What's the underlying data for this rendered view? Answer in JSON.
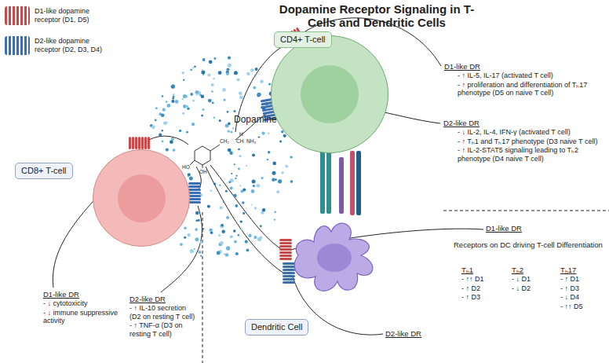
{
  "diagram": {
    "title": "Dopamine Receptor Signaling in T-Cells and Dendritic Cells",
    "nodes": [
      {
        "text": [
          "CD4+ T-cell"
        ]
      },
      {
        "text": [
          "CD8+ T-cell"
        ]
      },
      {
        "text": [
          "Dendritic Cell"
        ]
      }
    ],
    "labels": [
      "Dopamine",
      "H",
      "CH₂",
      "CH",
      "NH₃",
      "+",
      "HO",
      "OH",
      "D1-like DR",
      "- ↑ IL-5, IL-17 (activated T cell)",
      "- ↑ proliferation and differentiation of Tₕ17 phenotype (D5 on naive T cell)",
      "D2-like DR",
      "- ↓ IL-2, IL-4, IFN-γ (activated T cell)",
      "- ↑ Tₕ1 and Tₕ17 phenotype (D3 naive T cell)",
      "- ↑ IL-2-STAT5 signaling leading to Tₕ2 phenotype (D4 naive T cell)",
      "D1-like DR",
      "Receptors on DC driving T-cell Differentiation",
      "Tₕ1",
      "- ↑↑ D1",
      "- ↑ D2",
      "- ↑ D3",
      "Tₕ2",
      "- ↓ D1",
      "- ↓ D2",
      "Tₕ17",
      "- ↑ D1",
      "- ↑ D3",
      "- ↓ D4",
      "- ↑↑ D5",
      "D2-like DR",
      "D1-like DR",
      "- ↓ cytotoxicity",
      "- ↓ immune suppressive activity",
      "D2-like DR",
      "- ↑ IL-10 secretion (D2 on resting T cell)",
      "- ↑ TNF-α (D3 on resting T cell)"
    ],
    "legend": [
      {
        "text": "D1-like dopamine receptor (D1, D5)",
        "color": "#c94a4a"
      },
      {
        "text": "D2-like dopamine receptor (D2, D3, D4)",
        "color": "#3a6fb5"
      }
    ]
  }
}
